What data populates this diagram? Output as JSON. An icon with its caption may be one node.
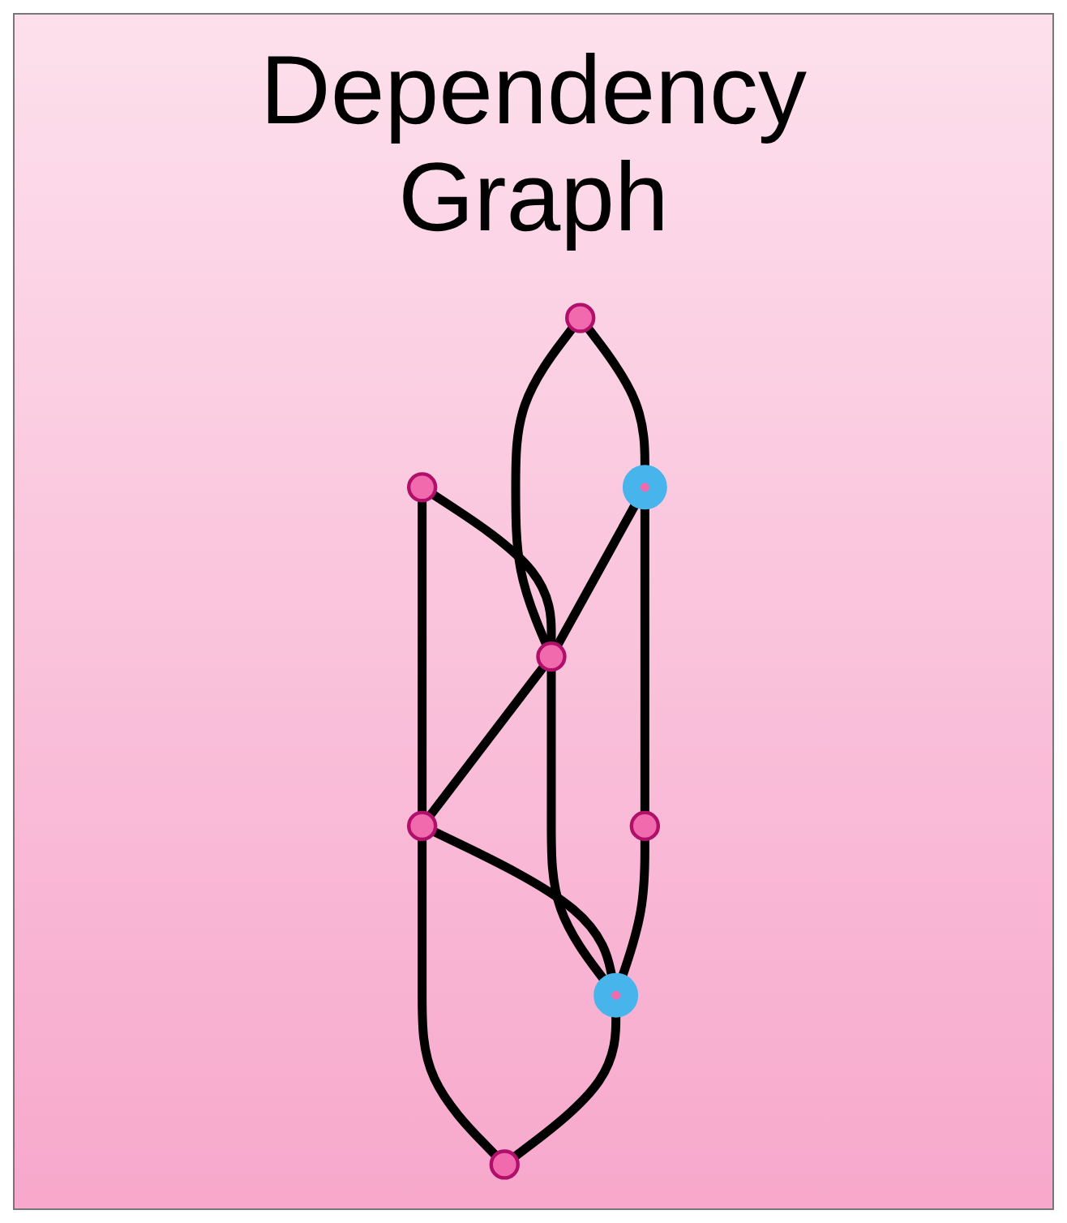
{
  "diagram": {
    "title": "Dependency Graph",
    "nodes": [
      {
        "text": [],
        "shape": "circle"
      },
      {
        "text": [],
        "shape": "circle"
      },
      {
        "text": [],
        "shape": "circle"
      },
      {
        "text": [],
        "shape": "circle"
      },
      {
        "text": [],
        "shape": "circle"
      },
      {
        "text": [],
        "shape": "circle"
      },
      {
        "text": [],
        "shape": "circle"
      },
      {
        "text": [],
        "shape": "circle"
      }
    ],
    "edges": [
      {
        "from": 0,
        "to": 2,
        "arrow": "none"
      },
      {
        "from": 0,
        "to": 3,
        "arrow": "none"
      },
      {
        "from": 1,
        "to": 3,
        "arrow": "none"
      },
      {
        "from": 1,
        "to": 4,
        "arrow": "none"
      },
      {
        "from": 2,
        "to": 3,
        "arrow": "none"
      },
      {
        "from": 3,
        "to": 4,
        "arrow": "none"
      },
      {
        "from": 2,
        "to": 5,
        "arrow": "none"
      },
      {
        "from": 3,
        "to": 6,
        "arrow": "none"
      },
      {
        "from": 4,
        "to": 6,
        "arrow": "none"
      },
      {
        "from": 4,
        "to": 7,
        "arrow": "none"
      },
      {
        "from": 5,
        "to": 6,
        "arrow": "none"
      },
      {
        "from": 6,
        "to": 7,
        "arrow": "none"
      }
    ]
  }
}
